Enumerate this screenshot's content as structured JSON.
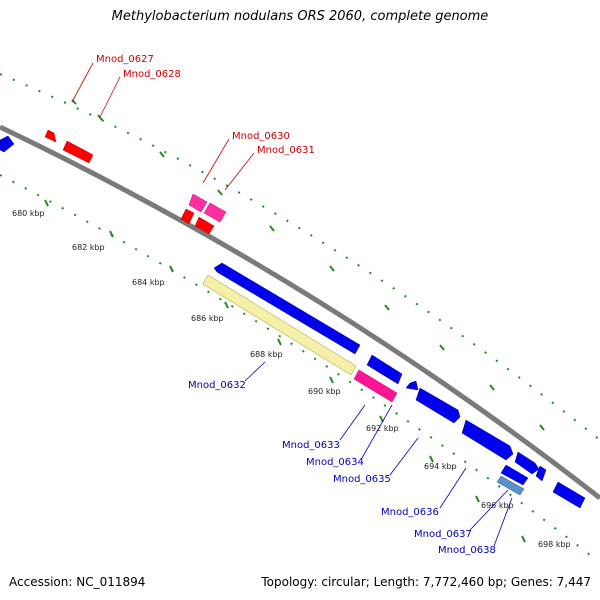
{
  "title": "Methylobacterium nodulans ORS 2060, complete genome",
  "footer": {
    "accession": "Accession: NC_011894",
    "summary": "Topology: circular; Length: 7,772,460 bp; Genes: 7,447"
  },
  "colors": {
    "backbone": "#808080",
    "forward_gene": "#ff0000",
    "forward_gene_alt": "#ff2fa0",
    "reverse_gene": "#0000ee",
    "reverse_gene_alt": "#ff1493",
    "rna_gene": "#f5f0a8",
    "grid": "#228b22",
    "forward_label": "#cc0000",
    "reverse_label": "#0000bb"
  },
  "scale": {
    "ticks": [
      "680 kbp",
      "682 kbp",
      "684 kbp",
      "686 kbp",
      "688 kbp",
      "690 kbp",
      "692 kbp",
      "694 kbp",
      "696 kbp",
      "698 kbp"
    ]
  },
  "forward_genes": [
    "Mnod_0627",
    "Mnod_0628",
    "Mnod_0630",
    "Mnod_0631"
  ],
  "reverse_genes": [
    "Mnod_0632",
    "Mnod_0633",
    "Mnod_0634",
    "Mnod_0635",
    "Mnod_0636",
    "Mnod_0637",
    "Mnod_0638"
  ]
}
